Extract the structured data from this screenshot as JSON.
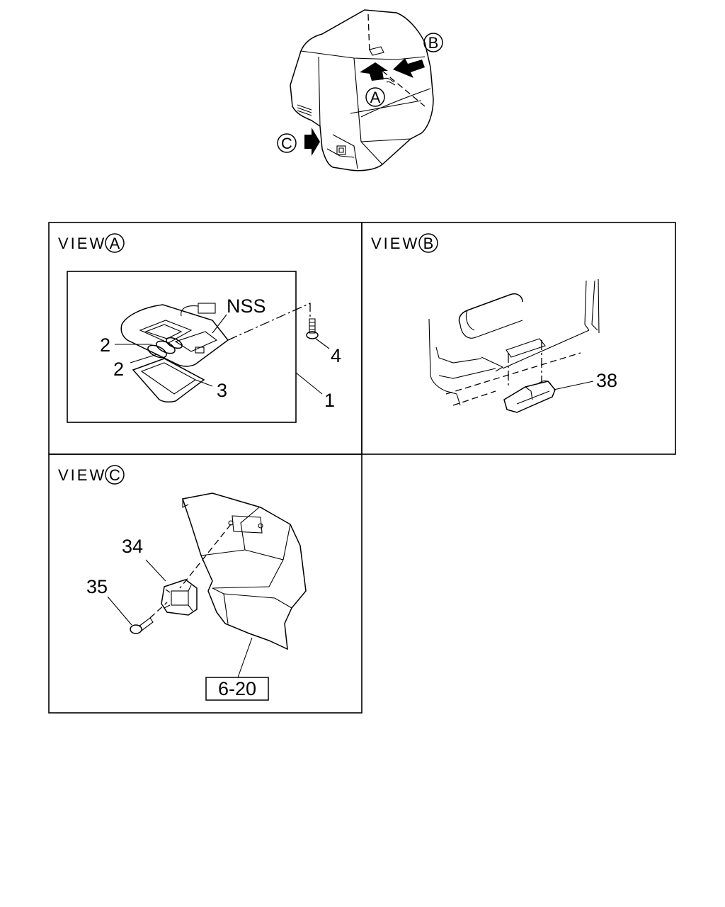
{
  "overview": {
    "markers": {
      "a": "A",
      "b": "B",
      "c": "C"
    }
  },
  "views": {
    "a": {
      "heading": "VIEW",
      "marker": "A",
      "callouts": [
        "NSS",
        "2",
        "2",
        "3",
        "4",
        "1"
      ]
    },
    "b": {
      "heading": "VIEW",
      "marker": "B",
      "callouts": [
        "38"
      ]
    },
    "c": {
      "heading": "VIEW",
      "marker": "C",
      "callouts": [
        "34",
        "35"
      ],
      "reference_box": "6-20"
    }
  }
}
